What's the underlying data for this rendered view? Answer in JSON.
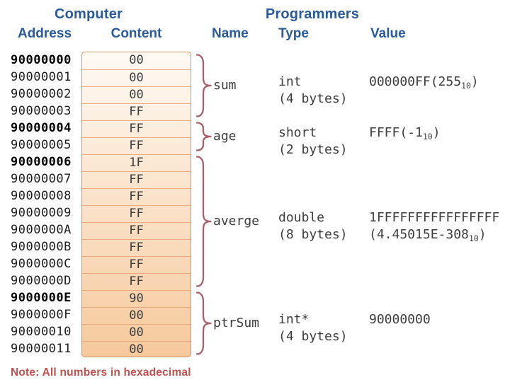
{
  "title_computer": "Computer",
  "title_programmers": "Programmers",
  "columns": {
    "address": "Address",
    "content": "Content",
    "name": "Name",
    "type": "Type",
    "value": "Value"
  },
  "note": "Note: All numbers in hexadecimal",
  "memory_rows": [
    {
      "address": "90000000",
      "content": "00",
      "bold": true
    },
    {
      "address": "90000001",
      "content": "00",
      "bold": false
    },
    {
      "address": "90000002",
      "content": "00",
      "bold": false
    },
    {
      "address": "90000003",
      "content": "FF",
      "bold": false
    },
    {
      "address": "90000004",
      "content": "FF",
      "bold": true
    },
    {
      "address": "90000005",
      "content": "FF",
      "bold": false
    },
    {
      "address": "90000006",
      "content": "1F",
      "bold": true
    },
    {
      "address": "90000007",
      "content": "FF",
      "bold": false
    },
    {
      "address": "90000008",
      "content": "FF",
      "bold": false
    },
    {
      "address": "90000009",
      "content": "FF",
      "bold": false
    },
    {
      "address": "9000000A",
      "content": "FF",
      "bold": false
    },
    {
      "address": "9000000B",
      "content": "FF",
      "bold": false
    },
    {
      "address": "9000000C",
      "content": "FF",
      "bold": false
    },
    {
      "address": "9000000D",
      "content": "FF",
      "bold": false
    },
    {
      "address": "9000000E",
      "content": "90",
      "bold": true
    },
    {
      "address": "9000000F",
      "content": "00",
      "bold": false
    },
    {
      "address": "90000010",
      "content": "00",
      "bold": false
    },
    {
      "address": "90000011",
      "content": "00",
      "bold": false
    }
  ],
  "variables": [
    {
      "name": "sum",
      "row_start": 0,
      "row_count": 4,
      "type_lines": [
        "int",
        "(4 bytes)"
      ],
      "value_lines": [
        [
          {
            "t": "000000FF(255"
          },
          {
            "sub": "10"
          },
          {
            "t": ")"
          }
        ]
      ]
    },
    {
      "name": "age",
      "row_start": 4,
      "row_count": 2,
      "type_lines": [
        "short",
        "(2 bytes)"
      ],
      "value_lines": [
        [
          {
            "t": "FFFF(-1"
          },
          {
            "sub": "10"
          },
          {
            "t": ")"
          }
        ]
      ]
    },
    {
      "name": "averge",
      "row_start": 6,
      "row_count": 8,
      "type_lines": [
        "double",
        "(8 bytes)"
      ],
      "value_lines": [
        [
          {
            "t": "1FFFFFFFFFFFFFFFF"
          }
        ],
        [
          {
            "t": "(4.45015E-308"
          },
          {
            "sub": "10"
          },
          {
            "t": ")"
          }
        ]
      ]
    },
    {
      "name": "ptrSum",
      "row_start": 14,
      "row_count": 4,
      "type_lines": [
        "int*",
        "(4 bytes)"
      ],
      "value_lines": [
        [
          {
            "t": "90000000"
          }
        ]
      ]
    }
  ],
  "colors": {
    "header_blue": "#2B5A99",
    "brace": "#A85F6B",
    "note_red": "#C0504D",
    "cell_border": "#EBA97E",
    "box_border": "#D09467",
    "gradient_top": "#FEFAF4",
    "gradient_bottom": "#F6C99C",
    "address_text": "#1C1C1C",
    "data_text": "#3C3C3C"
  }
}
